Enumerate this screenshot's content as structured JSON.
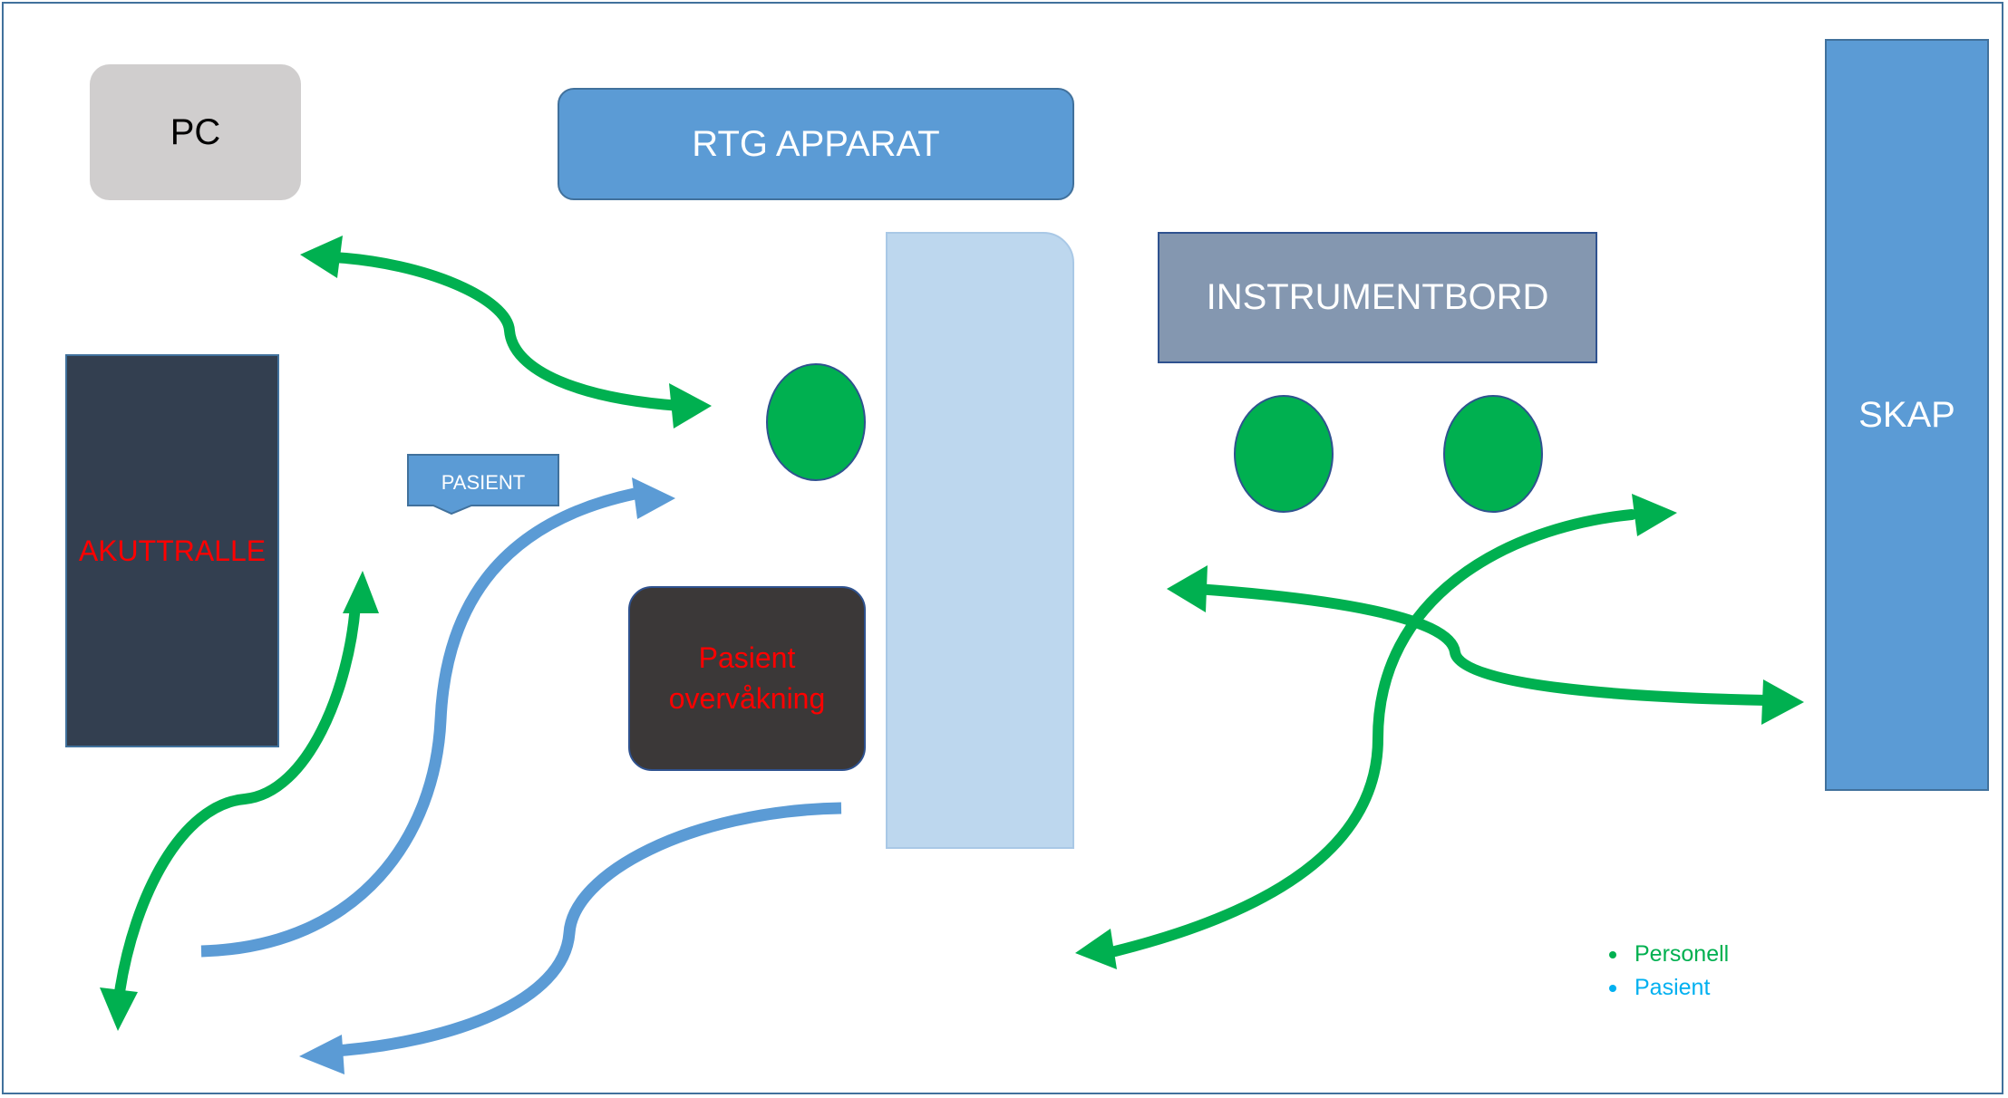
{
  "labels": {
    "pc": "PC",
    "rtg": "RTG APPARAT",
    "instrumentbord": "INSTRUMENTBORD",
    "skap": "SKAP",
    "akuttralle": "AKUTTRALLE",
    "pasient_callout": "PASIENT",
    "monitor_line1": "Pasient",
    "monitor_line2": "overvåkning"
  },
  "legend": [
    {
      "label": "Personell",
      "color": "#00b050"
    },
    {
      "label": "Pasient",
      "color": "#00b0f0"
    }
  ],
  "colors": {
    "personell_arrow": "#00b050",
    "pasient_arrow": "#5b9bd5",
    "pc_box": "#d0cece",
    "rtg_box": "#5b9bd5",
    "table_box": "#bdd7ee",
    "instrumentbord_box": "#8497b0",
    "skap_box": "#5b9bd5",
    "akuttralle_box": "#333f50",
    "monitor_box": "#3b3838",
    "alert_text": "#ff0000"
  },
  "icons": [
    "double-arrow-icon",
    "curved-arrow-icon",
    "person-icon"
  ]
}
